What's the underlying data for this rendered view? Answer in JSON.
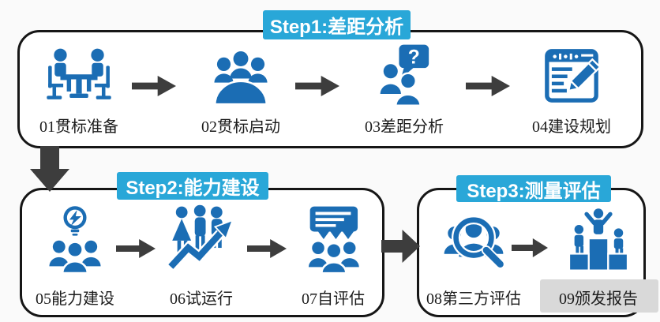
{
  "palette": {
    "icon_blue": "#1b6db4",
    "step_label_bg": "#29a7d8",
    "step_label_text": "#ffffff",
    "arrow_color": "#3d3d3d",
    "box_border": "#161616",
    "background": "#fafafa",
    "label_text": "#1c1c1c",
    "watermark_bg": "#d9d9d9"
  },
  "glyphs": {
    "question_mark": "?"
  },
  "steps": [
    {
      "label": "Step1:差距分析",
      "items": [
        {
          "label": "01贯标准备",
          "icon": "meeting-table-icon"
        },
        {
          "label": "02贯标启动",
          "icon": "conference-icon"
        },
        {
          "label": "03差距分析",
          "icon": "question-people-icon"
        },
        {
          "label": "04建设规划",
          "icon": "plan-document-icon"
        }
      ]
    },
    {
      "label": "Step2:能力建设",
      "items": [
        {
          "label": "05能力建设",
          "icon": "idea-team-icon"
        },
        {
          "label": "06试运行",
          "icon": "growth-people-icon"
        },
        {
          "label": "07自评估",
          "icon": "presentation-audience-icon"
        }
      ]
    },
    {
      "label": "Step3:测量评估",
      "items": [
        {
          "label": "08第三方评估",
          "icon": "search-team-icon"
        },
        {
          "label": "09颁发报告",
          "icon": "award-podium-icon"
        }
      ]
    }
  ]
}
